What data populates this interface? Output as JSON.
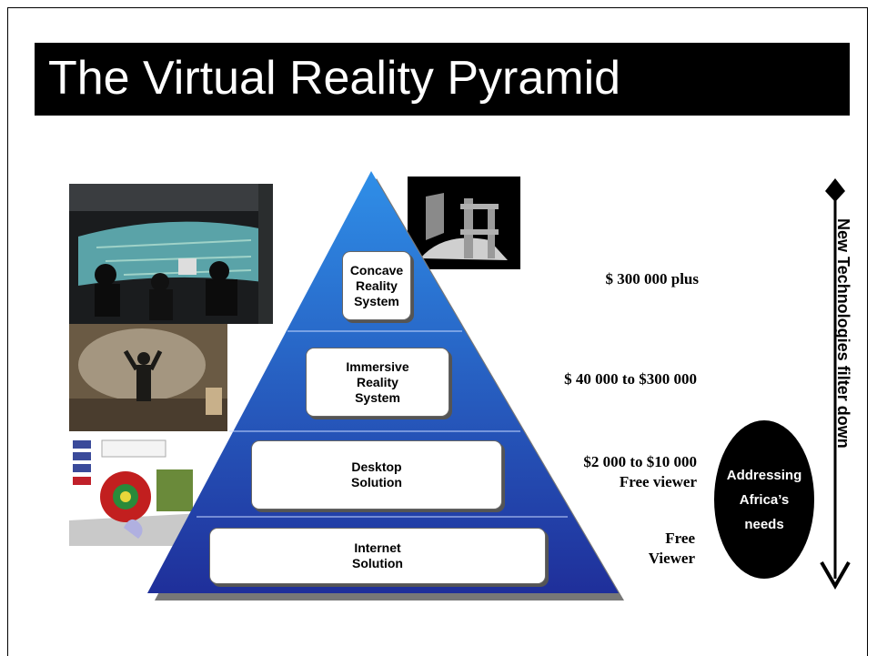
{
  "slide": {
    "title": "The Virtual Reality Pyramid",
    "side_caption": "New Technologies filter down",
    "oval_text": "Addressing\nAfrica’s\nneeds"
  },
  "tiers": [
    {
      "label": "Concave\nReality\nSystem",
      "price": "$ 300 000 plus"
    },
    {
      "label": "Immersive\nReality\nSystem",
      "price": "$ 40 000 to $300 000"
    },
    {
      "label": "Desktop\nSolution",
      "price": "$2 000 to $10 000\nFree viewer"
    },
    {
      "label": "Internet\nSolution",
      "price": "Free\nViewer"
    }
  ],
  "colors": {
    "pyramid_top": "#2f8fe8",
    "pyramid_bottom": "#1f2f9a",
    "title_bg": "#000000",
    "title_text": "#ffffff"
  },
  "icons": {
    "arrow": "double-ended-vertical-arrow-icon"
  }
}
